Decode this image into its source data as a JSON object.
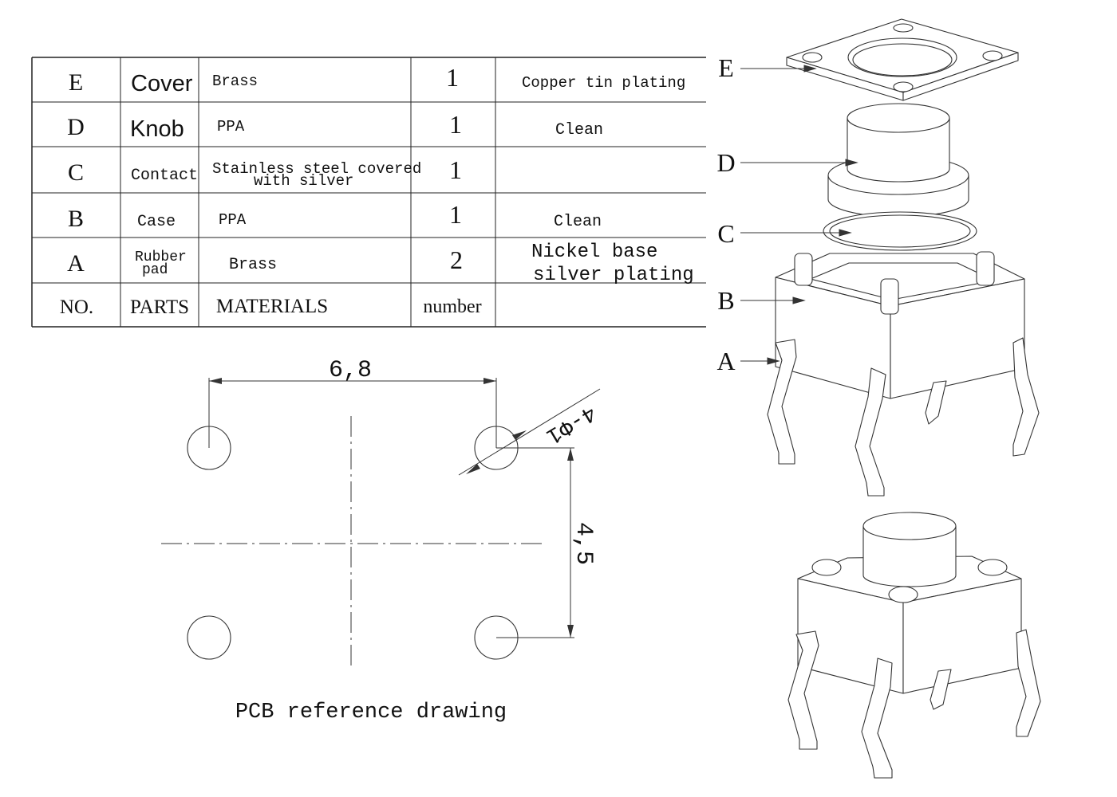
{
  "table": {
    "rows": [
      {
        "no": "E",
        "part": "Cover",
        "material": "Brass",
        "number": "1",
        "finish": "Copper tin plating"
      },
      {
        "no": "D",
        "part": "Knob",
        "material": "PPA",
        "number": "1",
        "finish": "Clean"
      },
      {
        "no": "C",
        "part": "Contact",
        "material_line1": "Stainless steel covered",
        "material_line2": "with silver",
        "number": "1",
        "finish": ""
      },
      {
        "no": "B",
        "part": "Case",
        "material": "PPA",
        "number": "1",
        "finish": "Clean"
      },
      {
        "no": "A",
        "part_line1": "Rubber",
        "part_line2": "pad",
        "material": "Brass",
        "number": "2",
        "finish_line1": "Nickel base",
        "finish_line2": "silver plating"
      }
    ],
    "header": {
      "no": "NO.",
      "parts": "PARTS",
      "materials": "MATERIALS",
      "number": "number",
      "finish": ""
    }
  },
  "pcb": {
    "dim_width": "6,8",
    "dim_height": "4,5",
    "hole_label": "4-Φ1",
    "caption": "PCB reference drawing"
  },
  "exploded": {
    "labels": [
      "E",
      "D",
      "C",
      "B",
      "A"
    ]
  }
}
